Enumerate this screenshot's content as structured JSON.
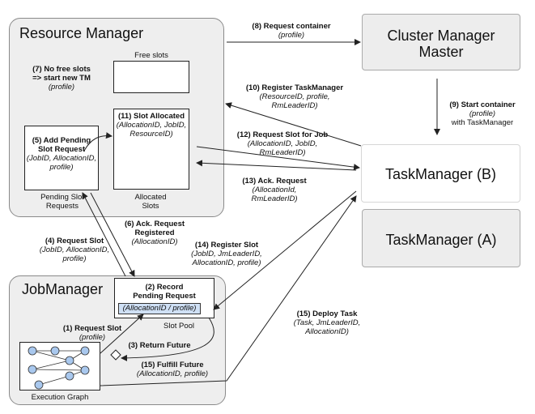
{
  "resource_manager": {
    "title": "Resource Manager",
    "free_slots_label": "Free slots",
    "no_free_slots": {
      "line1": "(7) No free slots",
      "line2": "=> start new TM",
      "param": "(profile)"
    },
    "slot_allocated": {
      "title": "(11) Slot Allocated",
      "params": "(AllocationID, JobID, ResourceID)"
    },
    "add_pending": {
      "title1": "(5) Add Pending",
      "title2": "Slot Request",
      "params": "(JobID, AllocationID, profile)"
    },
    "pending_slot_requests": "Pending Slot Requests",
    "allocated_slots": "Allocated Slots"
  },
  "cluster_manager": {
    "title": "Cluster Manager Master"
  },
  "task_manager_b": {
    "title": "TaskManager (B)"
  },
  "task_manager_a": {
    "title": "TaskManager (A)"
  },
  "job_manager": {
    "title": "JobManager",
    "record_pending": {
      "title1": "(2) Record",
      "title2": "Pending Request",
      "chip": "(AllocationID / profile)"
    },
    "slot_pool": "Slot Pool",
    "execution_graph": "Execution Graph"
  },
  "messages": {
    "m8": {
      "title": "(8) Request container",
      "params": "(profile)"
    },
    "m9": {
      "title": "(9) Start container",
      "params": "(profile)",
      "extra": "with TaskManager"
    },
    "m10": {
      "title": "(10) Register TaskManager",
      "params": "(ResourceID, profile, RmLeaderID)"
    },
    "m12": {
      "title": "(12) Request Slot for Job",
      "params": "(AllocationID, JobID, RmLeaderID)"
    },
    "m13": {
      "title": "(13) Ack. Request",
      "params": "(AllocationId, RmLeaderID)"
    },
    "m6": {
      "title": "(6) Ack. Request Registered",
      "params": "(AllocationID)"
    },
    "m4": {
      "title": "(4) Request Slot",
      "params": "(JobID, AllocationID, profile)"
    },
    "m14": {
      "title": "(14) Register Slot",
      "params": "(JobID, JmLeaderID, AllocationID, profile)"
    },
    "m15deploy": {
      "title": "(15) Deploy Task",
      "params": "(Task, JmLeaderID, AllocationID)"
    },
    "m1": {
      "title": "(1) Request Slot",
      "params": "(profile)"
    },
    "m3": {
      "title": "(3) Return Future"
    },
    "m15fulfill": {
      "title": "(15) Fulfill Future",
      "params": "(AllocationID, profile)"
    }
  },
  "colors": {
    "panel": "#eeeeee",
    "node_fill": "#a9c8ee",
    "chip_fill": "#cfe0f5",
    "arrow": "#222222"
  }
}
